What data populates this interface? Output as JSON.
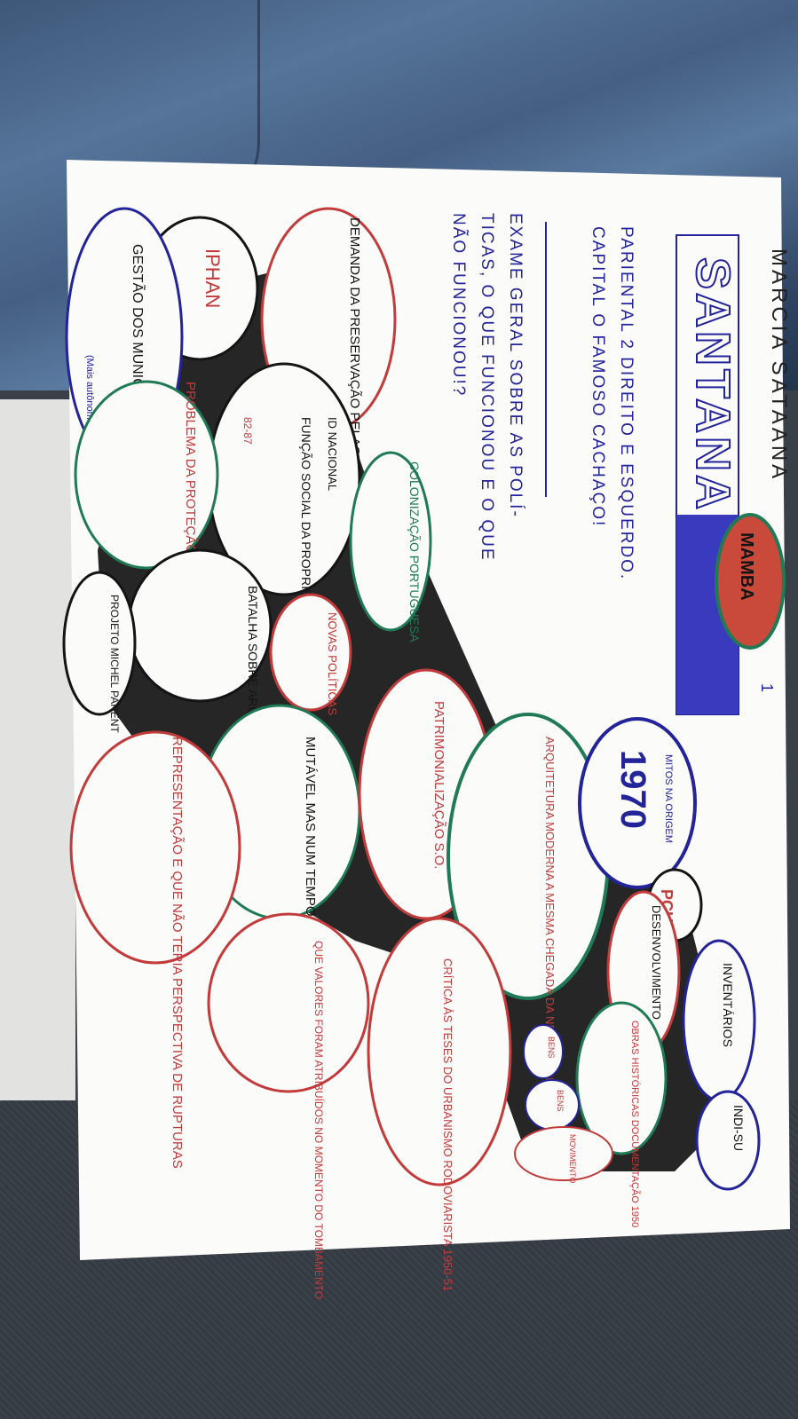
{
  "author": "MARCIA SATAANA",
  "title": "SANTANA",
  "badge": "MAMBA",
  "page_mark": "1",
  "intro": {
    "line1": "PARIENTAL 2 DIREITO E ESQUERDO.",
    "line2": "CAPITAL O FAMOSO CACHAÇO!",
    "line3": "EXAME GERAL SOBRE AS POLÍ-",
    "line4": "TICAS, O QUE FUNCIONOU E O QUE",
    "line5": "NÃO FUNCIONOU!?"
  },
  "bubbles": {
    "demanda": "DEMANDA DA PRESERVAÇÃO PELAS ELITES?",
    "iphan": "IPHAN",
    "gestao": "GESTÃO DOS MUNICÍPIOS",
    "gestao_note": "(Mais autônomo)",
    "id_nacional": "ID NACIONAL",
    "funcao": "FUNÇÃO SOCIAL DA PROPRIEDADE",
    "problema": "PROBLEMA DA PROTEÇÃO DE ÁREAS URBANAS",
    "years": "82-87",
    "colonizacao": "COLONIZAÇÃO PORTUGUESA",
    "novas": "NOVAS POLÍTICAS",
    "batalha": "BATALHA SOBRE ARQUITETURA BRASILEIRA",
    "projeto": "PROJETO MICHEL PARENT",
    "mutavel": "MUTÁVEL MAS NUM TEMPO DIFERENTE",
    "patrimonializacao": "PATRIMONIALIZAÇÃO S.O.",
    "representacao": "REPRESENTAÇÃO E QUE NÃO TERIA PERSPECTIVA DE RUPTURAS",
    "arquitetura": "ARQUITETURA MODERNA A MESMA CHEGADA DA NEO-COLONIAL VERDADE",
    "valores": "QUE VALORES FORAM ATRIBUÍDOS NO MOMENTO DO TOMBAMENTO",
    "critica": "CRÍTICA ÀS TESES DO URBANISMO RODOVIARISTA 1950-51",
    "mitos": "MITOS NA ORIGEM",
    "year1970": "1970",
    "pch": "PCH",
    "desenvolvimento": "DESENVOLVIMENTO",
    "inventarios": "INVENTÁRIOS",
    "indisu": "INDI-SU",
    "historias": "OBRAS HISTÓRICAS DOCUMENTAÇÃO 1950",
    "small1": "BENS",
    "small2": "BENS",
    "small3": "MOVIMENTO"
  },
  "colors": {
    "black_ink": "#141414",
    "blue_ink": "#23239a",
    "red_ink": "#c23a3a",
    "green_ink": "#1f7a55",
    "paper": "#fbfbfa"
  }
}
